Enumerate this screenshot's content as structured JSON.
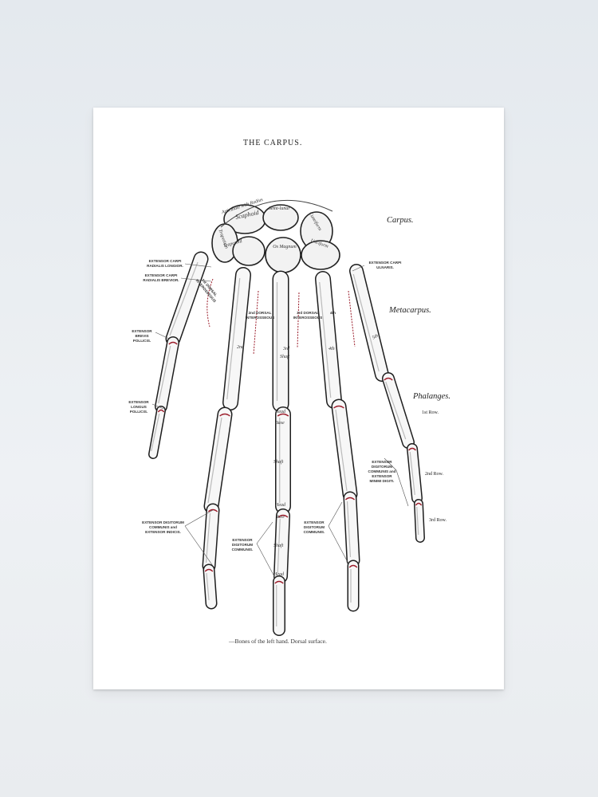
{
  "poster": {
    "title": "THE CARPUS.",
    "caption": "—Bones of the left hand.  Dorsal surface.",
    "regions": {
      "carpus": "Carpus.",
      "metacarpus": "Metacarpus.",
      "phalanges": "Phalanges.",
      "row1": "1st Row.",
      "row2": "2nd Row.",
      "row3": "3rd Row."
    },
    "tendons": {
      "ecr_longior": "EXTENSOR CARPI RADIALIS LONGIOR.",
      "ecr_brevior": "EXTENSOR CARPI RADIALIS BREVIOR.",
      "ec_ulnaris": "EXTENSOR CARPI ULNARIS.",
      "ext_brevis_pollicis": "EXTENSOR BREVIS POLLICIS.",
      "ext_longus_pollicis": "EXTENSOR LONGUS POLLICIS.",
      "edc_minimi": "EXTENSOR DIGITORUM COMMUNIS and EXTENSOR MINIMI DIGITI.",
      "edc_indicis": "EXTENSOR DIGITORUM COMMUNIS and EXTENSOR INDICIS.",
      "edc_middle": "EXTENSOR DIGITORUM COMMUNIS.",
      "edc_ring": "EXTENSOR DIGITORUM COMMUNIS."
    },
    "bones": {
      "articulate": "Articulate with Radius",
      "scaphoid": "Scaphoid",
      "semilunar": "Semi-lunar",
      "cuneiform": "Cuneiform",
      "trapezium": "Trapezium",
      "trapezoid": "Trapezoid",
      "os_magnum": "Os Magnum",
      "unciform": "Unciform",
      "dorsal1": "1st DORSAL INTEROSSEOUS",
      "dorsal2": "2nd DORSAL INTEROSSEOUS",
      "dorsal3": "3rd DORSAL INTEROSSEOUS",
      "dorsal4": "4th",
      "mc2": "2nd",
      "mc3": "3rd",
      "mc3_shaft": "Shaft",
      "mc4": "4th",
      "mc5": "5th",
      "head1": "Head",
      "base1": "Base",
      "shaft2": "Shaft",
      "head2": "Head",
      "base2": "Base",
      "shaft3": "Shaft",
      "head3": "Head"
    }
  }
}
